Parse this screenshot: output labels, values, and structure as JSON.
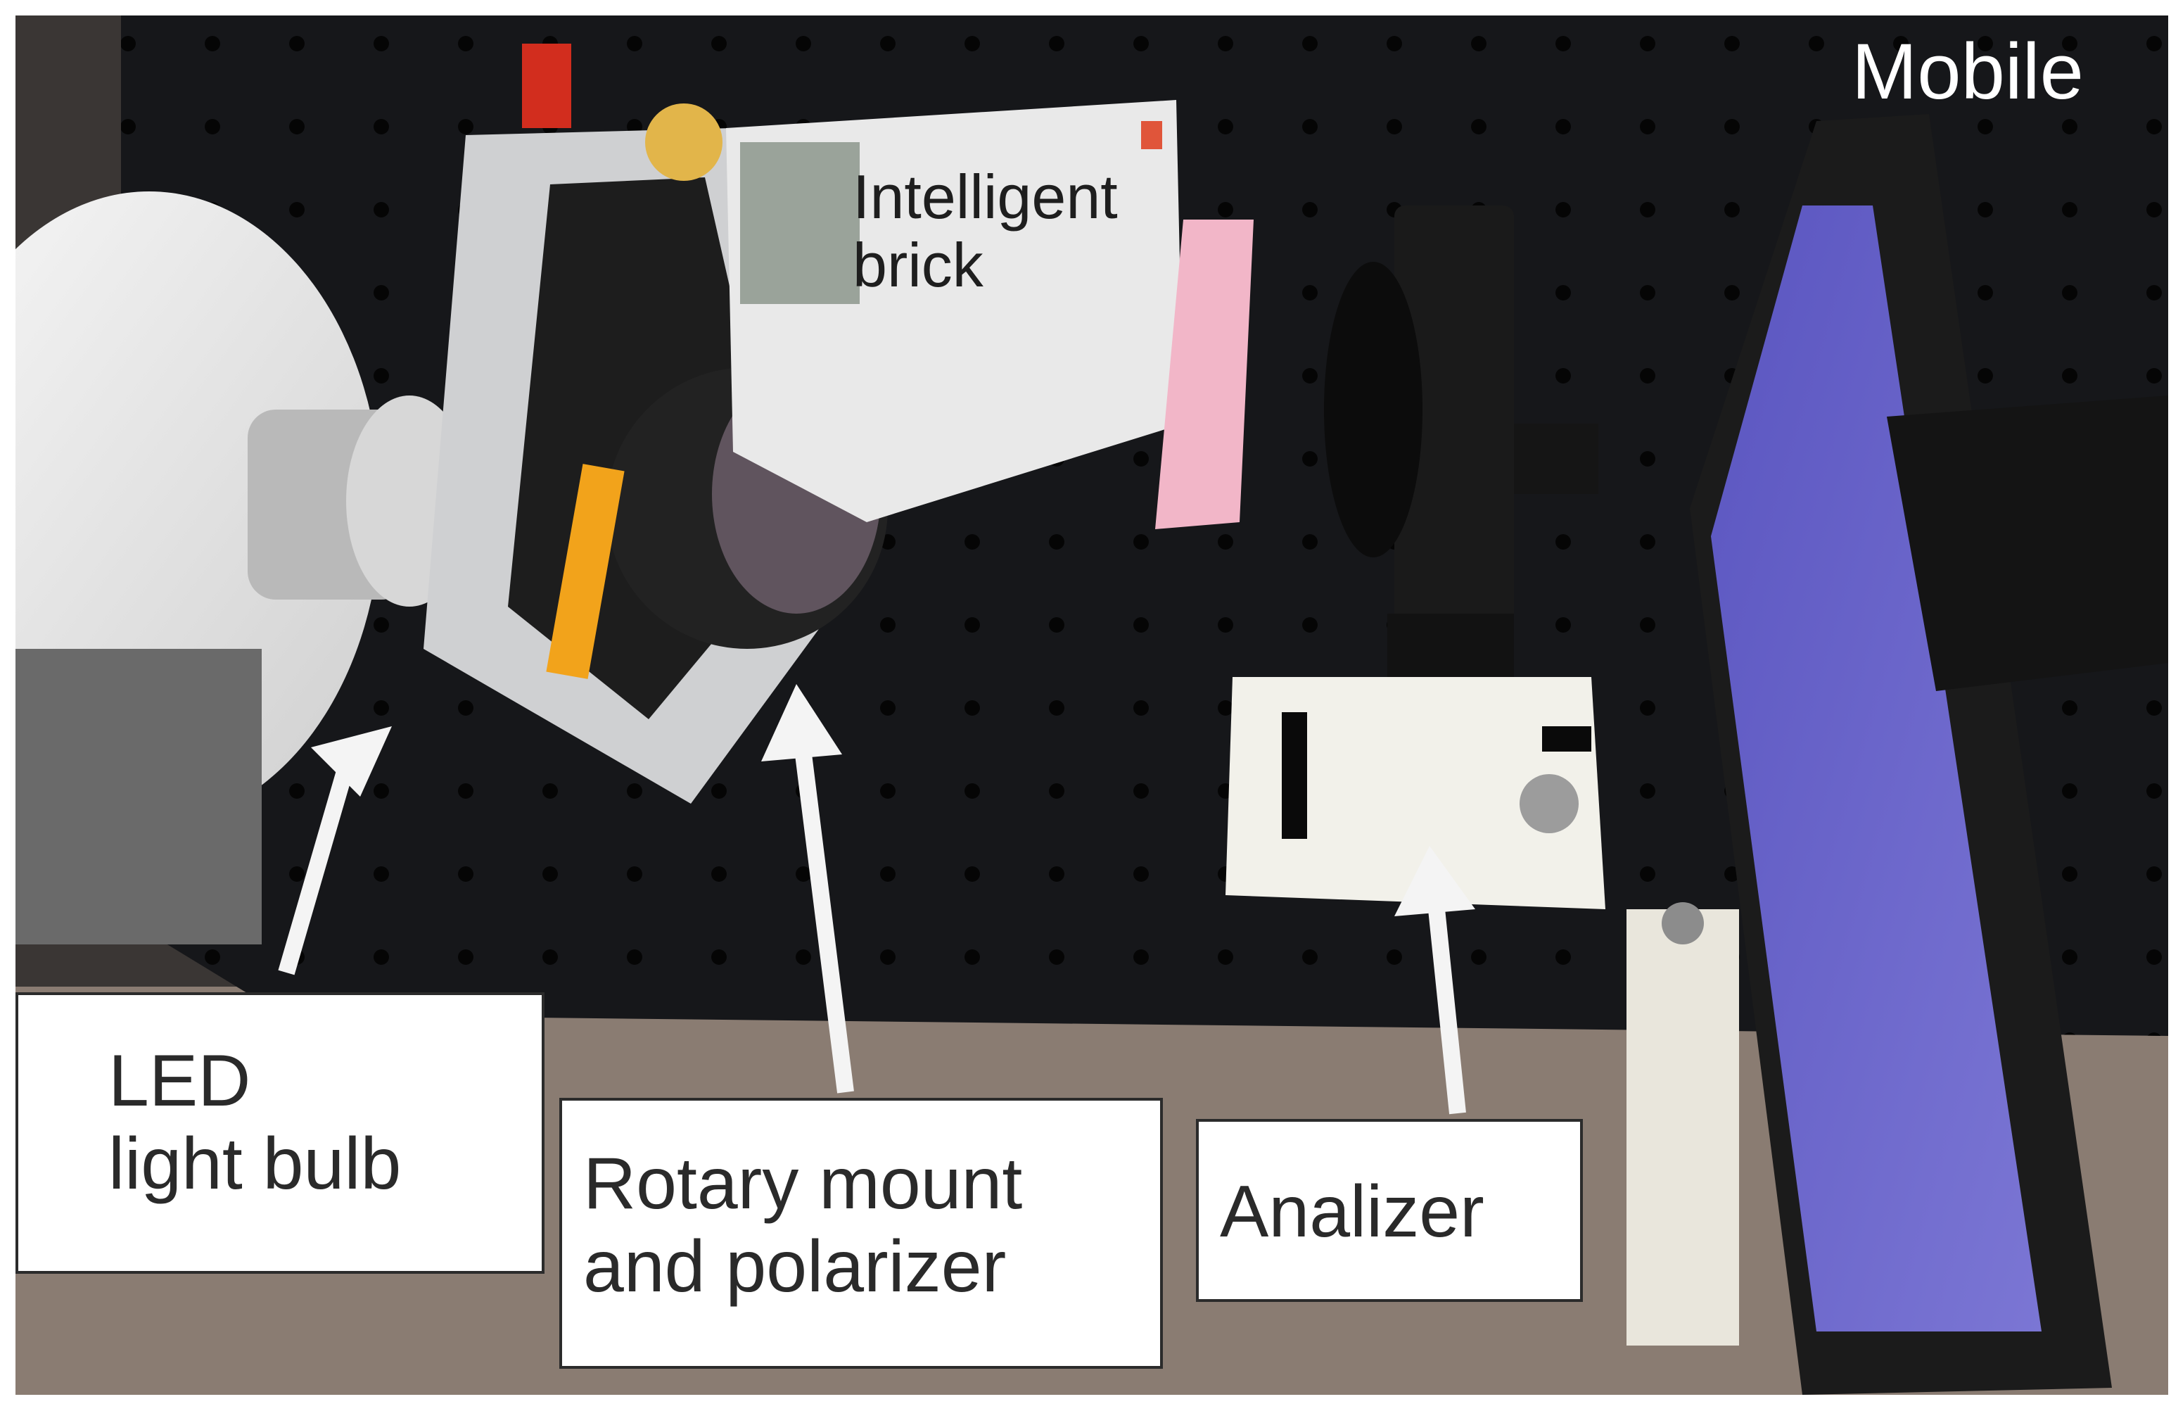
{
  "labels": {
    "mobile": "Mobile",
    "intelligent_brick": "Intelligent\nbrick",
    "led_light_bulb": "LED\nlight bulb",
    "rotary_mount": "Rotary mount\nand polarizer",
    "analizer": "Analizer"
  },
  "colors": {
    "table": "#16171a",
    "hole": "#050505",
    "arrow": "#f4f4f4",
    "label_border": "#2b2b2b",
    "phone_screen": "#6d68c9"
  }
}
